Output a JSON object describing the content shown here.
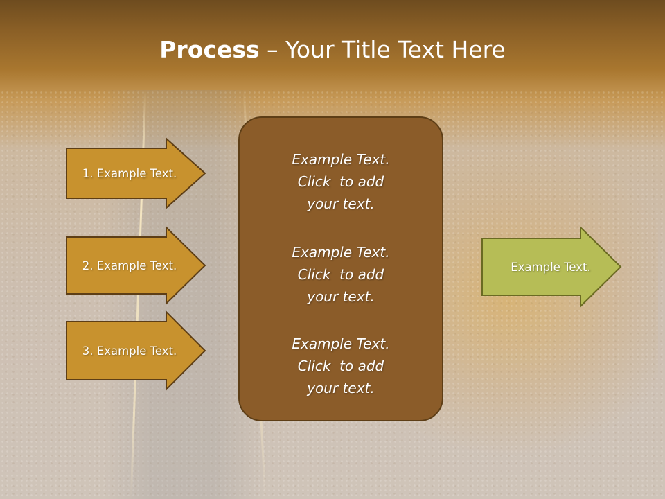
{
  "slide": {
    "title_bold": "Process",
    "title_rest": " – Your Title Text Here"
  },
  "inputs": [
    {
      "label": "1. Example Text."
    },
    {
      "label": "2. Example Text."
    },
    {
      "label": "3. Example Text."
    }
  ],
  "center": {
    "blocks": [
      {
        "line1": "Example Text.",
        "line2": "Click  to add",
        "line3": "your text."
      },
      {
        "line1": "Example Text.",
        "line2": "Click  to add",
        "line3": "your text."
      },
      {
        "line1": "Example Text.",
        "line2": "Click  to add",
        "line3": "your text."
      }
    ]
  },
  "output": {
    "label": "Example Text."
  },
  "colors": {
    "input_arrow_fill": "#c8922e",
    "input_arrow_stroke": "#5d3e16",
    "center_fill": "#8b5c29",
    "output_arrow_fill": "#b6bd56",
    "output_arrow_stroke": "#6a6a22"
  }
}
